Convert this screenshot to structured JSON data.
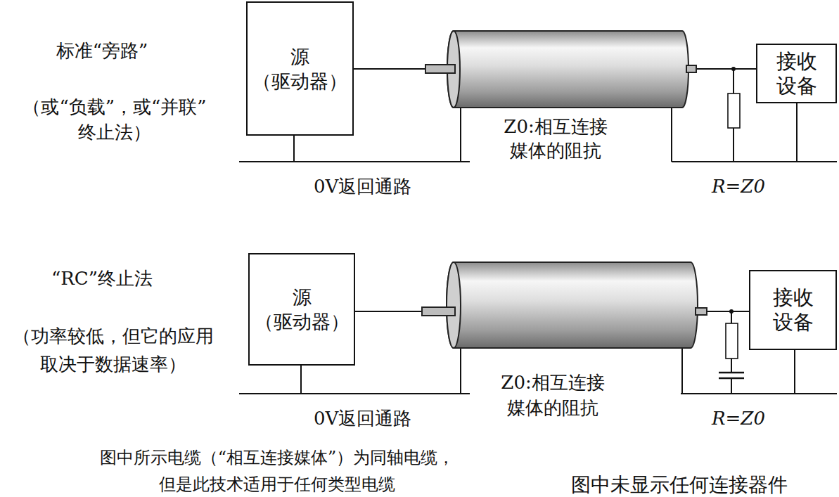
{
  "diagram": {
    "nodes": [
      {
        "text": [
          "源 （驱动器）"
        ]
      },
      {
        "text": [
          "接收 设备"
        ]
      },
      {
        "text": [
          "源 （驱动器）"
        ]
      },
      {
        "text": [
          "接收 设备"
        ]
      }
    ],
    "edges": [
      {
        "from": 0,
        "to": 1,
        "arrow": "none"
      },
      {
        "from": 2,
        "to": 3,
        "arrow": "none"
      }
    ],
    "labels": [
      "标准“旁路”",
      "（或“负载”，或“并联” 终止法）",
      "Z0:相互连接 媒体的阻抗",
      "0V返回通路",
      "R=Z0",
      "“RC”终止法",
      "（功率较低，但它的应用 取决于数据速率）",
      "Z0:相互连接 媒体的阻抗",
      "0V返回通路",
      "R=Z0",
      "图中所示电缆（“相互连接媒体”）为同轴电缆， 但是此技术适用于任何类型电缆",
      "图中未显示任何连接器件"
    ]
  }
}
